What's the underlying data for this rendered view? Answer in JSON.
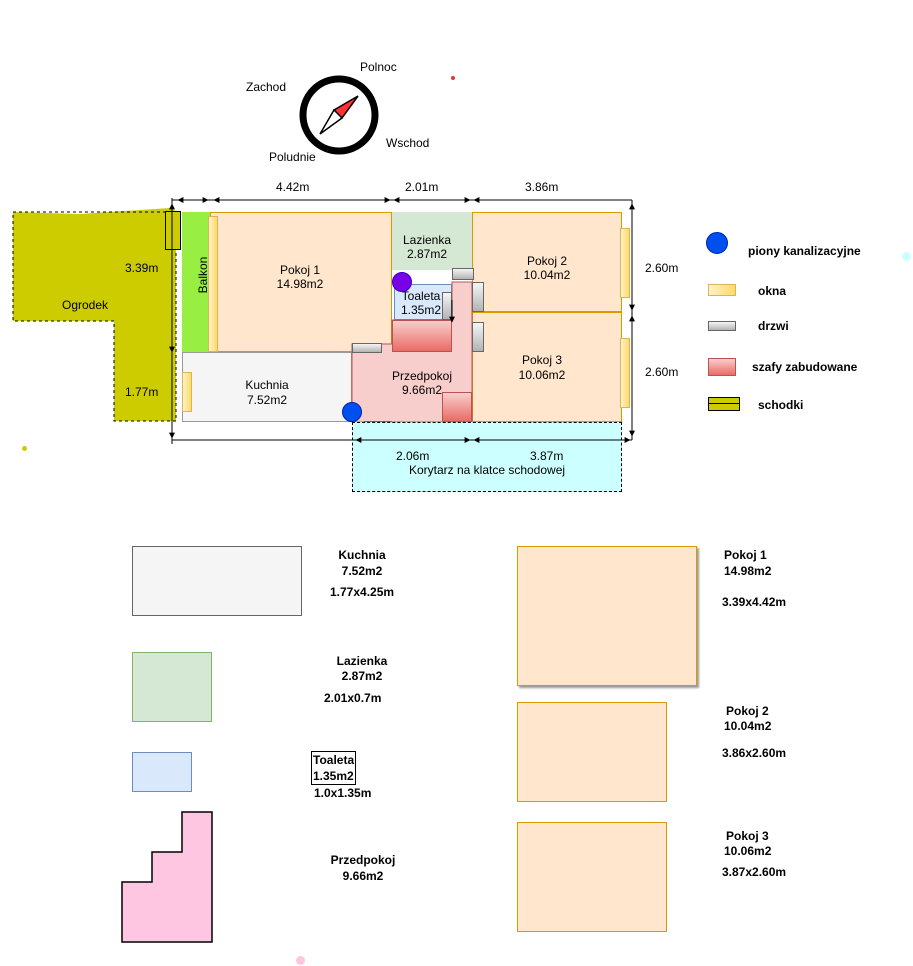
{
  "compass": {
    "north": "Polnoc",
    "west": "Zachod",
    "east": "Wschod",
    "south": "Poludnie"
  },
  "dimensions": {
    "top_left": "4.42m",
    "top_mid": "2.01m",
    "top_right": "3.86m",
    "right_upper": "2.60m",
    "right_lower": "2.60m",
    "left_upper": "3.39m",
    "left_lower": "1.77m",
    "bottom_left": "2.06m",
    "bottom_right": "3.87m"
  },
  "rooms": {
    "ogrodek": "Ogrodek",
    "balkon": "Balkon",
    "pokoj1_name": "Pokoj 1",
    "pokoj1_area": "14.98m2",
    "lazienka_name": "Lazienka",
    "lazienka_area": "2.87m2",
    "toaleta_name": "Toaleta",
    "toaleta_area": "1.35m2",
    "pokoj2_name": "Pokoj 2",
    "pokoj2_area": "10.04m2",
    "pokoj3_name": "Pokoj 3",
    "pokoj3_area": "10.06m2",
    "kuchnia_name": "Kuchnia",
    "kuchnia_area": "7.52m2",
    "przedpokoj_name": "Przedpokoj",
    "przedpokoj_area": "9.66m2",
    "korytarz": "Korytarz na klatce schodowej"
  },
  "legend": {
    "piony": "piony kanalizacyjne",
    "okna": "okna",
    "drzwi": "drzwi",
    "szafy": "szafy zabudowane",
    "schodki": "schodki"
  },
  "cards": {
    "kuchnia_name": "Kuchnia",
    "kuchnia_area": "7.52m2",
    "kuchnia_size": "1.77x4.25m",
    "lazienka_name": "Lazienka",
    "lazienka_area": "2.87m2",
    "lazienka_size": "2.01x0.7m",
    "toaleta_name": "Toaleta",
    "toaleta_area": "1.35m2",
    "toaleta_size": "1.0x1.35m",
    "przedpokoj_name": "Przedpokoj",
    "przedpokoj_area": "9.66m2",
    "pokoj1_name": "Pokoj 1",
    "pokoj1_area": "14.98m2",
    "pokoj1_size": "3.39x4.42m",
    "pokoj2_name": "Pokoj 2",
    "pokoj2_area": "10.04m2",
    "pokoj2_size": "3.86x2.60m",
    "pokoj3_name": "Pokoj 3",
    "pokoj3_area": "10.06m2",
    "pokoj3_size": "3.87x2.60m"
  },
  "colors": {
    "garden": "#cccc00",
    "balcony": "#99ee44",
    "room": "#ffe6cc",
    "room_border": "#d79b00",
    "kitchen": "#f5f5f5",
    "bathroom": "#d5e8d4",
    "toilet": "#dae8fc",
    "hall": "#f8cecc",
    "corridor": "#ccffff",
    "pipe_blue": "#0050ef",
    "pipe_purple": "#7a00e6",
    "compass_red": "#ff3333"
  }
}
